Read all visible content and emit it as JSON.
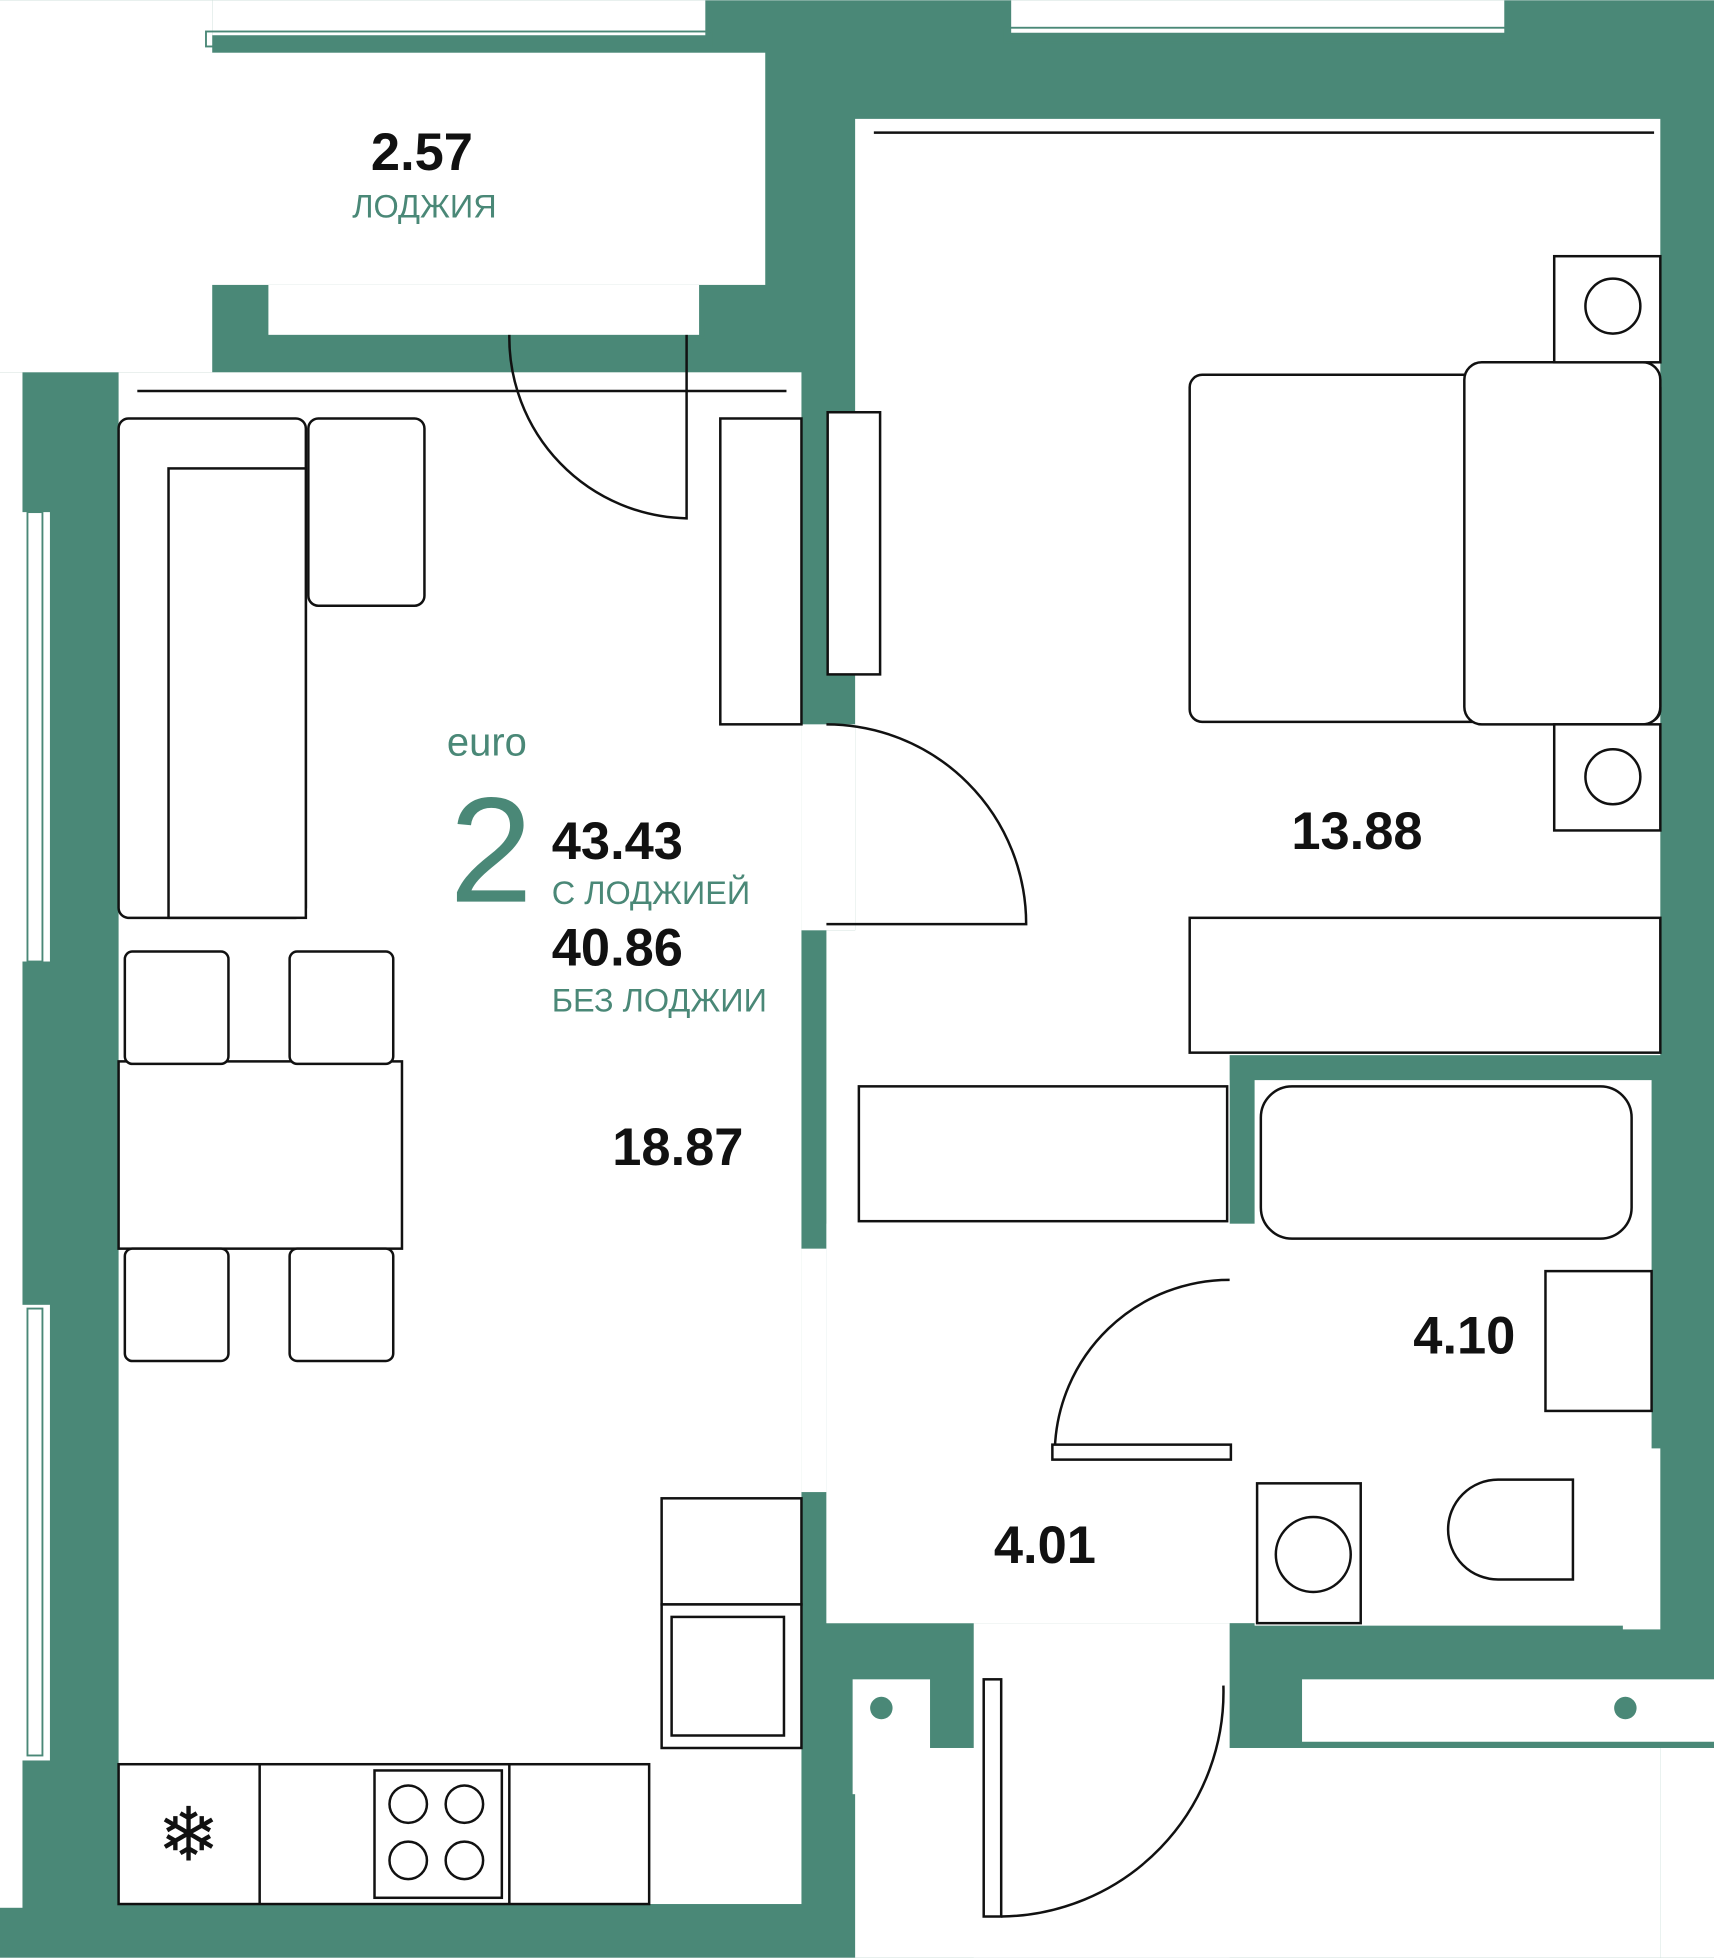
{
  "plan": {
    "type_label": "euro",
    "rooms_count": "2",
    "area_with_loggia": "43.43",
    "area_with_loggia_label": "С ЛОДЖИЕЙ",
    "area_without_loggia": "40.86",
    "area_without_loggia_label": "БЕЗ ЛОДЖИИ"
  },
  "rooms": {
    "loggia_area": "2.57",
    "loggia_label": "ЛОДЖИЯ",
    "living_kitchen_area": "18.87",
    "bedroom_area": "13.88",
    "bathroom_area": "4.10",
    "hallway_area": "4.01"
  },
  "colors": {
    "wall": "#4a8877",
    "text": "#111111"
  }
}
